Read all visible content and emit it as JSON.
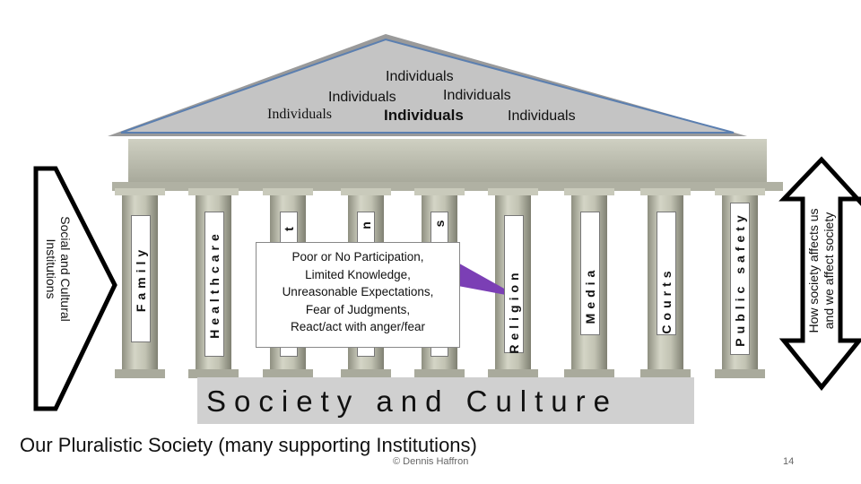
{
  "pediment": {
    "labels": [
      "Individuals",
      "Individuals",
      "Individuals",
      "Individuals",
      "Individuals",
      "Individuals"
    ]
  },
  "pillars": {
    "family": "Family",
    "healthcare": "Healthcare",
    "hidden_1": "t",
    "hidden_2": "n",
    "hidden_3": "s",
    "religion": "Religion",
    "media": "Media",
    "courts": "Courts",
    "public_safety": "Public safety"
  },
  "callout": {
    "lines": [
      "Poor or No Participation,",
      "Limited Knowledge,",
      "Unreasonable Expectations,",
      "Fear of Judgments,",
      "React/act with anger/fear"
    ]
  },
  "base_band": "Society and Culture",
  "left_arrow": {
    "line1": "Social and Cultural",
    "line2": "Institutions"
  },
  "right_arrow": {
    "line1": "How society affects us",
    "line2": "and we affect society"
  },
  "caption": "Our Pluralistic Society (many supporting Institutions)",
  "copyright": "© Dennis Haffron",
  "page_number": "14",
  "colors": {
    "pediment_fill": "#c4c4c4",
    "pediment_stroke": "#5b7fb0",
    "stone": "#b9baa8",
    "callout_pointer": "#7b3fb5"
  }
}
